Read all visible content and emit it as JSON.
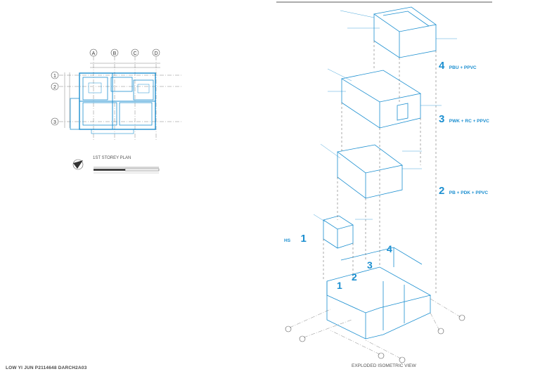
{
  "sheet": {
    "credit": "LOW YI JUN P2114648 DARCH2A03"
  },
  "plan": {
    "title": "1ST STOREY PLAN",
    "grid_columns": [
      "A",
      "B",
      "C",
      "D"
    ],
    "grid_rows": [
      "1",
      "2",
      "3"
    ]
  },
  "isometric": {
    "title": "EXPLODED ISOMETRIC VIEW",
    "packages": [
      {
        "number": "4",
        "label": "PBU + PPVC"
      },
      {
        "number": "3",
        "label": "PWK + RC + PPVC"
      },
      {
        "number": "2",
        "label": "PB + PDK + PPVC"
      },
      {
        "number": "1",
        "label": "HS"
      }
    ],
    "badges": [
      "1",
      "2",
      "3",
      "4"
    ]
  },
  "colors": {
    "drawing_blue": "#1c8fd0",
    "line_gray": "#555555",
    "background": "#ffffff"
  }
}
